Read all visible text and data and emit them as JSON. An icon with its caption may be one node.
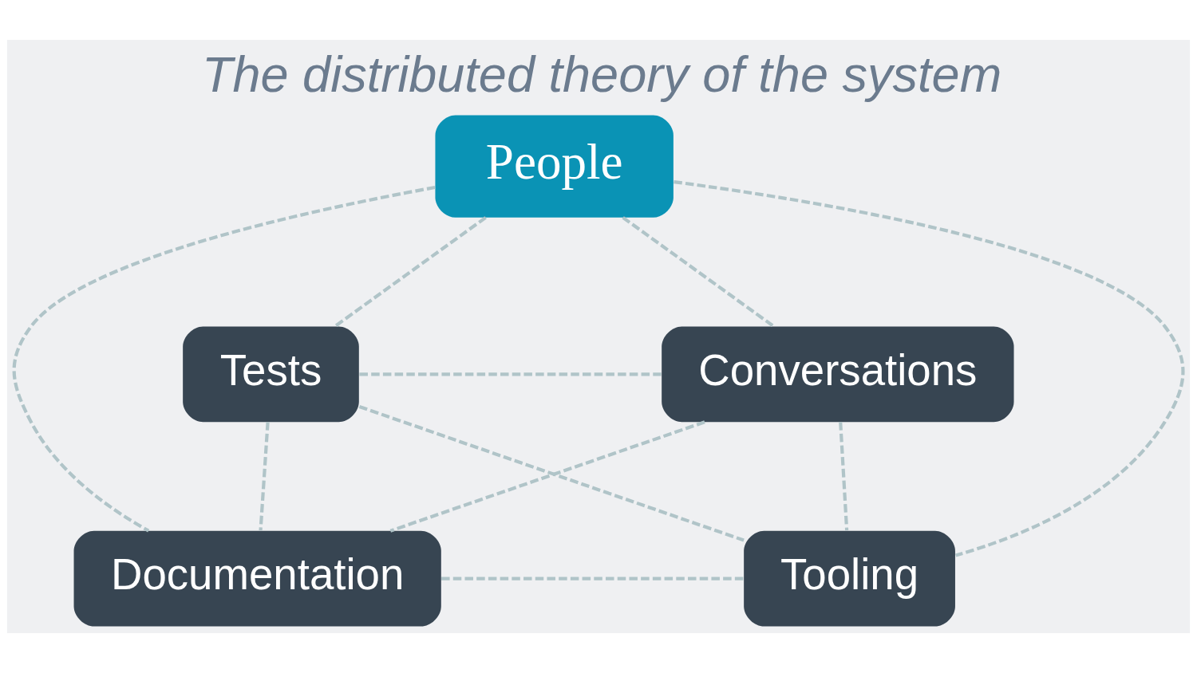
{
  "diagram": {
    "title": "The distributed theory of the system",
    "nodes": [
      {
        "text": [
          "People"
        ]
      },
      {
        "text": [
          "Tests"
        ]
      },
      {
        "text": [
          "Conversations"
        ]
      },
      {
        "text": [
          "Documentation"
        ]
      },
      {
        "text": [
          "Tooling"
        ]
      }
    ],
    "edges": [
      {
        "from": 0,
        "to": 1,
        "arrow": "none",
        "style": "dashed"
      },
      {
        "from": 0,
        "to": 2,
        "arrow": "none",
        "style": "dashed"
      },
      {
        "from": 0,
        "to": 3,
        "arrow": "none",
        "style": "dashed"
      },
      {
        "from": 0,
        "to": 4,
        "arrow": "none",
        "style": "dashed"
      },
      {
        "from": 1,
        "to": 2,
        "arrow": "none",
        "style": "dashed"
      },
      {
        "from": 1,
        "to": 3,
        "arrow": "none",
        "style": "dashed"
      },
      {
        "from": 1,
        "to": 4,
        "arrow": "none",
        "style": "dashed"
      },
      {
        "from": 2,
        "to": 3,
        "arrow": "none",
        "style": "dashed"
      },
      {
        "from": 2,
        "to": 4,
        "arrow": "none",
        "style": "dashed"
      },
      {
        "from": 3,
        "to": 4,
        "arrow": "none",
        "style": "dashed"
      }
    ]
  }
}
